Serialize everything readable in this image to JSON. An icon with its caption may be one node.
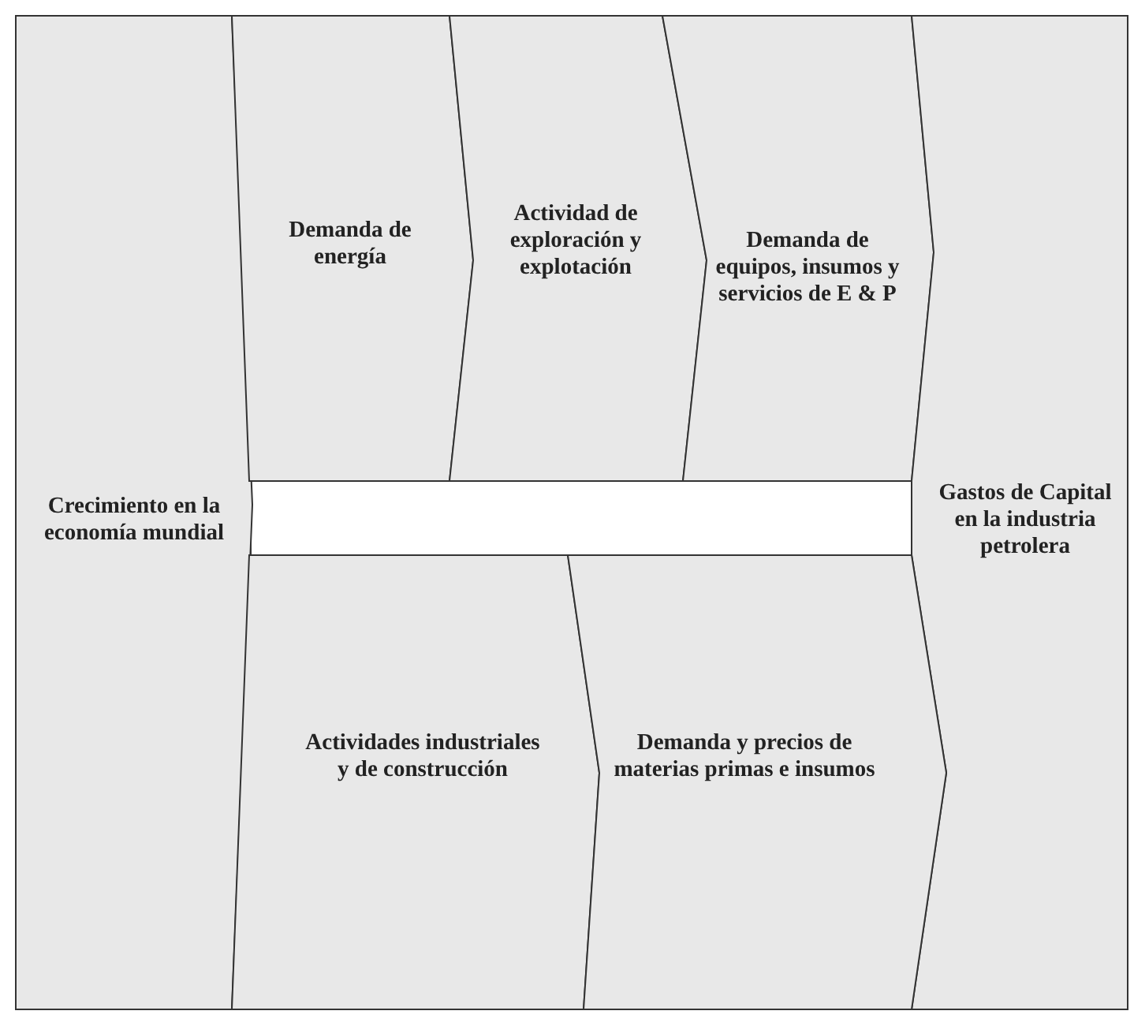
{
  "diagram": {
    "nodes": [
      {
        "text": [
          "Crecimiento en la economía mundial"
        ]
      },
      {
        "text": [
          "Demanda de energía"
        ]
      },
      {
        "text": [
          "Actividad de exploración y explotación"
        ]
      },
      {
        "text": [
          "Demanda de equipos, insumos y servicios de E & P"
        ]
      },
      {
        "text": [
          "Gastos de Capital en la industria petrolera"
        ]
      },
      {
        "text": [
          "Actividades industriales y de construcción"
        ]
      },
      {
        "text": [
          "Demanda y precios de materias primas e insumos"
        ]
      }
    ]
  }
}
